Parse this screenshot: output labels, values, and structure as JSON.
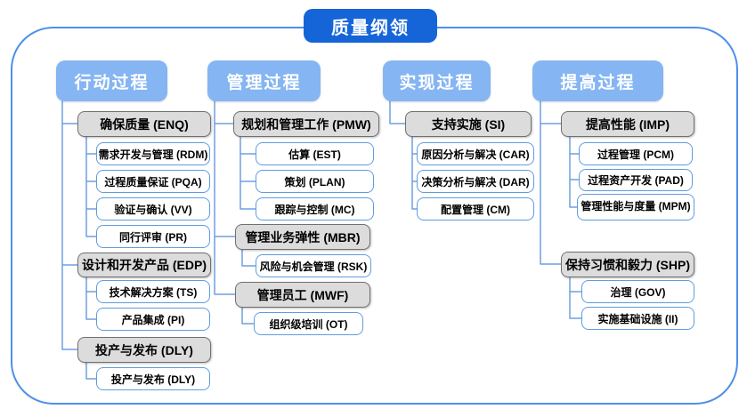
{
  "title": "质量纲领",
  "colors": {
    "title_bg": "#1565d8",
    "header_bg": "#85b5f2",
    "group_fill": "#dcdcdc",
    "group_border": "#707070",
    "leaf_border": "#5f9ce0",
    "connector": "#6f9fe0",
    "frame_border": "#4e90e8"
  },
  "columns": [
    {
      "header": "行动过程",
      "groups": [
        {
          "label": "确保质量 (ENQ)",
          "children": [
            "需求开发与管理 (RDM)",
            "过程质量保证 (PQA)",
            "验证与确认 (VV)",
            "同行评审 (PR)"
          ]
        },
        {
          "label": "设计和开发产品 (EDP)",
          "children": [
            "技术解决方案 (TS)",
            "产品集成 (PI)"
          ]
        },
        {
          "label": "投产与发布 (DLY)",
          "children": [
            "投产与发布 (DLY)"
          ]
        }
      ]
    },
    {
      "header": "管理过程",
      "groups": [
        {
          "label": "规划和管理工作 (PMW)",
          "children": [
            "估算 (EST)",
            "策划 (PLAN)",
            "跟踪与控制 (MC)"
          ]
        },
        {
          "label": "管理业务弹性 (MBR)",
          "children": [
            "风险与机会管理 (RSK)"
          ]
        },
        {
          "label": "管理员工 (MWF)",
          "children": [
            "组织级培训 (OT)"
          ]
        }
      ]
    },
    {
      "header": "实现过程",
      "groups": [
        {
          "label": "支持实施 (SI)",
          "children": [
            "原因分析与解决 (CAR)",
            "决策分析与解决 (DAR)",
            "配置管理 (CM)"
          ]
        }
      ]
    },
    {
      "header": "提高过程",
      "groups": [
        {
          "label": "提高性能 (IMP)",
          "children": [
            "过程管理 (PCM)",
            "过程资产开发 (PAD)",
            "管理性能与度量 (MPM)"
          ]
        },
        {
          "label": "保持习惯和毅力 (SHP)",
          "children": [
            "治理 (GOV)",
            "实施基础设施 (II)"
          ]
        }
      ]
    }
  ]
}
